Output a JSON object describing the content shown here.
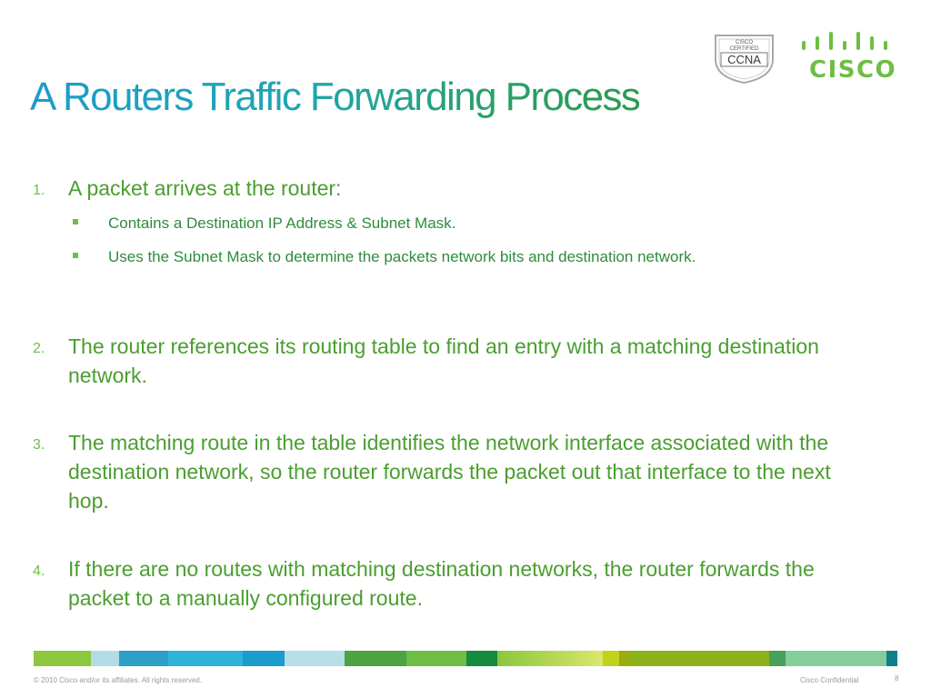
{
  "title": "A Routers Traffic Forwarding Process",
  "logos": {
    "ccna_line1": "CISCO",
    "ccna_line2": "CERTIFIED",
    "ccna_main": "CCNA",
    "cisco_word": "CISCO"
  },
  "items": [
    {
      "number": "1.",
      "text": "A packet arrives at the router:",
      "subitems": [
        "Contains a Destination IP Address & Subnet Mask.",
        "Uses the Subnet Mask to determine the packets network bits and destination network."
      ]
    },
    {
      "number": "2.",
      "text": "The router references its routing table to find an entry with a matching destination network."
    },
    {
      "number": "3.",
      "text": "The matching route in the table identifies the network interface associated with the destination network, so the router forwards the packet out that interface to the next hop."
    },
    {
      "number": "4.",
      "text": "If there are no routes with matching destination networks, the router forwards the packet to a manually configured route."
    }
  ],
  "colors": {
    "title_start": "#1c9ccc",
    "title_end": "#2c9a4e",
    "number": "#6ebe44",
    "body_text": "#4a9e2f",
    "cisco_green": "#6ebe44"
  },
  "footer": {
    "copyright": "© 2010 Cisco and/or its affiliates. All rights reserved.",
    "confidential": "Cisco Confidential",
    "page": "8"
  }
}
